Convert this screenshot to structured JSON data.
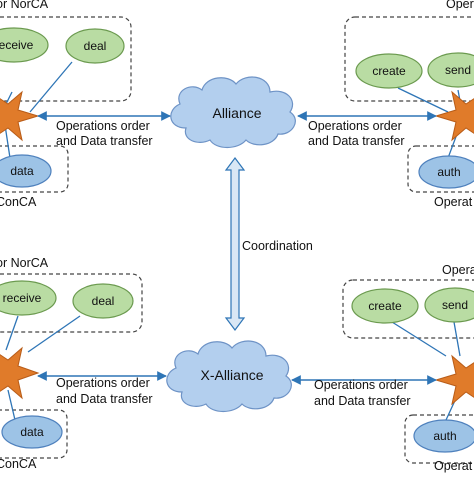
{
  "top_left": {
    "title": "or NorCA",
    "bottom_label": "ConCA",
    "ellipses": [
      "receive",
      "deal",
      "data"
    ]
  },
  "top_right": {
    "title": "Oper",
    "bottom_label": "Operat",
    "ellipses": [
      "create",
      "send",
      "auth"
    ]
  },
  "bottom_left": {
    "title": "or NorCA",
    "bottom_label": "ConCA",
    "ellipses": [
      "receive",
      "deal",
      "data"
    ]
  },
  "bottom_right": {
    "title": "Opera",
    "bottom_label": "Operat",
    "ellipses": [
      "create",
      "send",
      "auth"
    ]
  },
  "clouds": {
    "top": "Alliance",
    "bottom": "X-Alliance"
  },
  "coordination_label": "Coordination",
  "link_label": {
    "line1": "Operations order",
    "line2": "and Data transfer"
  },
  "colors": {
    "green_fill": "#b9dca3",
    "blue_fill": "#9dc3e6",
    "cloud_fill": "#b3cfee",
    "cloud_stroke": "#6e93c6",
    "star_fill": "#e07b2a",
    "arrow_color": "#2e75b6"
  }
}
